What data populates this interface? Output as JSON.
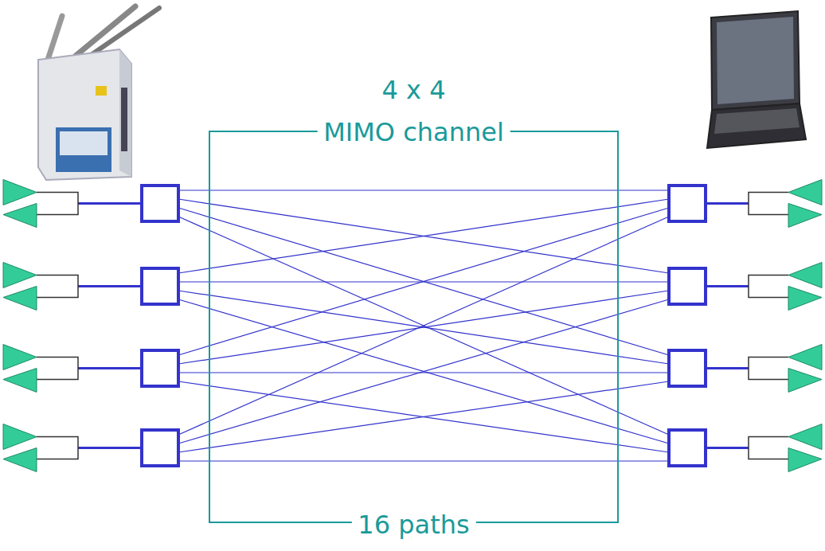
{
  "diagram": {
    "nodes": [
      {
        "text": [
          "4 x 4",
          "MIMO channel",
          "16 paths"
        ]
      }
    ]
  }
}
